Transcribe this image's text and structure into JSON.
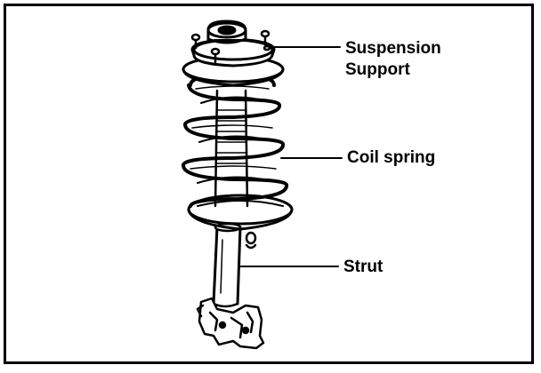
{
  "labels": {
    "suspension_support_line1": "Suspension",
    "suspension_support_line2": "Support",
    "coil_spring": "Coil spring",
    "strut": "Strut"
  },
  "colors": {
    "ink": "#000000",
    "paper": "#ffffff"
  }
}
